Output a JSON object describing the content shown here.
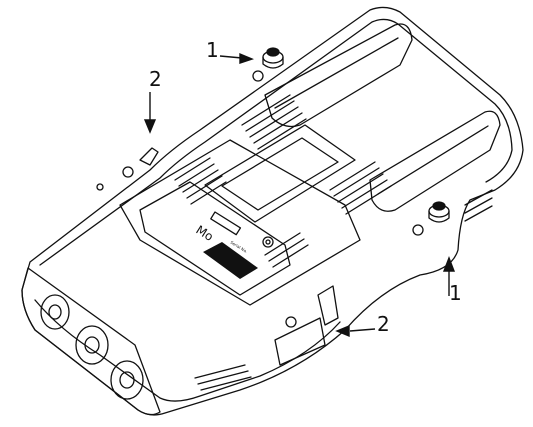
{
  "callouts": {
    "fastener_top": "1",
    "latch_left": "2",
    "fastener_right": "1",
    "latch_right": "2"
  },
  "device": {
    "label_fragment": "Mo",
    "sticker_text": "Serial No."
  },
  "colors": {
    "line": "#111111",
    "fill": "#ffffff",
    "display": "#111111"
  }
}
